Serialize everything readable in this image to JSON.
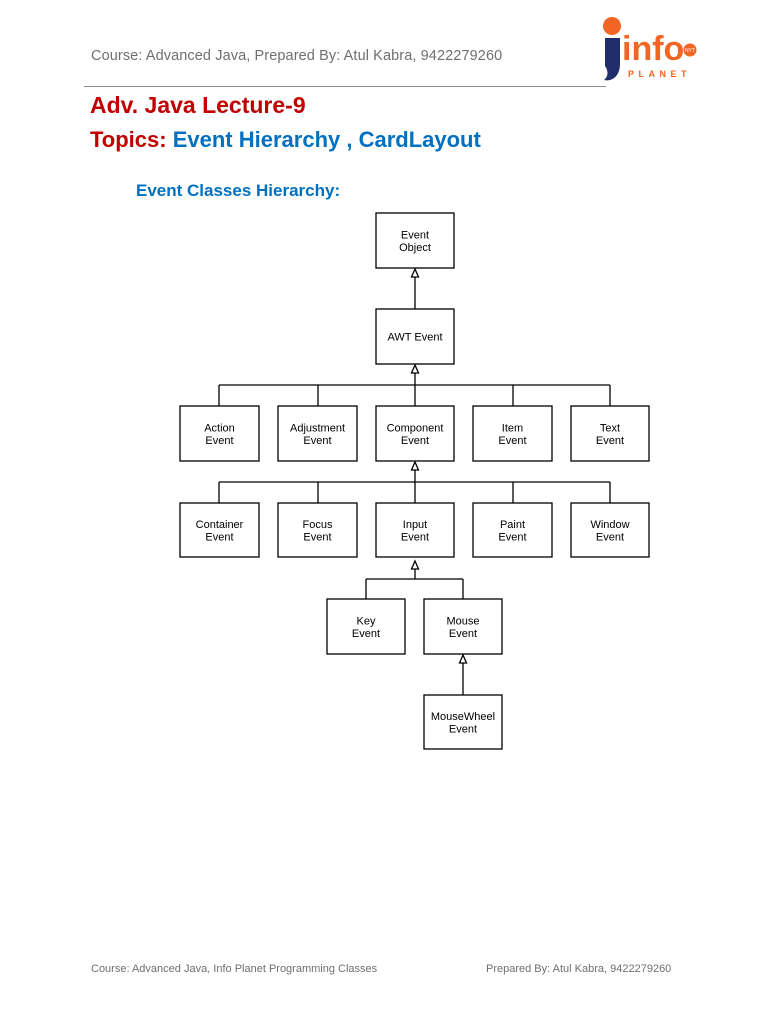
{
  "header": {
    "text": "Course: Advanced Java, Prepared By: Atul Kabra, 9422279260",
    "logo": {
      "main": "info",
      "sub": "PLANET",
      "badge": "NYT",
      "icon": "info-planet-logo",
      "colors": {
        "orange": "#f26522",
        "navy": "#1f2d6b"
      }
    }
  },
  "title": {
    "lecture": "Adv. Java Lecture-9",
    "topics_label": "Topics:",
    "topics_value": "Event Hierarchy , CardLayout"
  },
  "section": {
    "heading": "Event Classes Hierarchy:"
  },
  "diagram": {
    "nodes": {
      "event_object": [
        "Event",
        "Object"
      ],
      "awt_event": [
        "AWT Event"
      ],
      "action_event": [
        "Action",
        "Event"
      ],
      "adjustment_event": [
        "Adjustment",
        "Event"
      ],
      "component_event": [
        "Component",
        "Event"
      ],
      "item_event": [
        "Item",
        "Event"
      ],
      "text_event": [
        "Text",
        "Event"
      ],
      "container_event": [
        "Container",
        "Event"
      ],
      "focus_event": [
        "Focus",
        "Event"
      ],
      "input_event": [
        "Input",
        "Event"
      ],
      "paint_event": [
        "Paint",
        "Event"
      ],
      "window_event": [
        "Window",
        "Event"
      ],
      "key_event": [
        "Key",
        "Event"
      ],
      "mouse_event": [
        "Mouse",
        "Event"
      ],
      "mousewheel_event": [
        "MouseWheel",
        "Event"
      ]
    }
  },
  "footer": {
    "left": "Course: Advanced Java, Info Planet Programming Classes",
    "right": "Prepared By: Atul Kabra, 9422279260"
  }
}
